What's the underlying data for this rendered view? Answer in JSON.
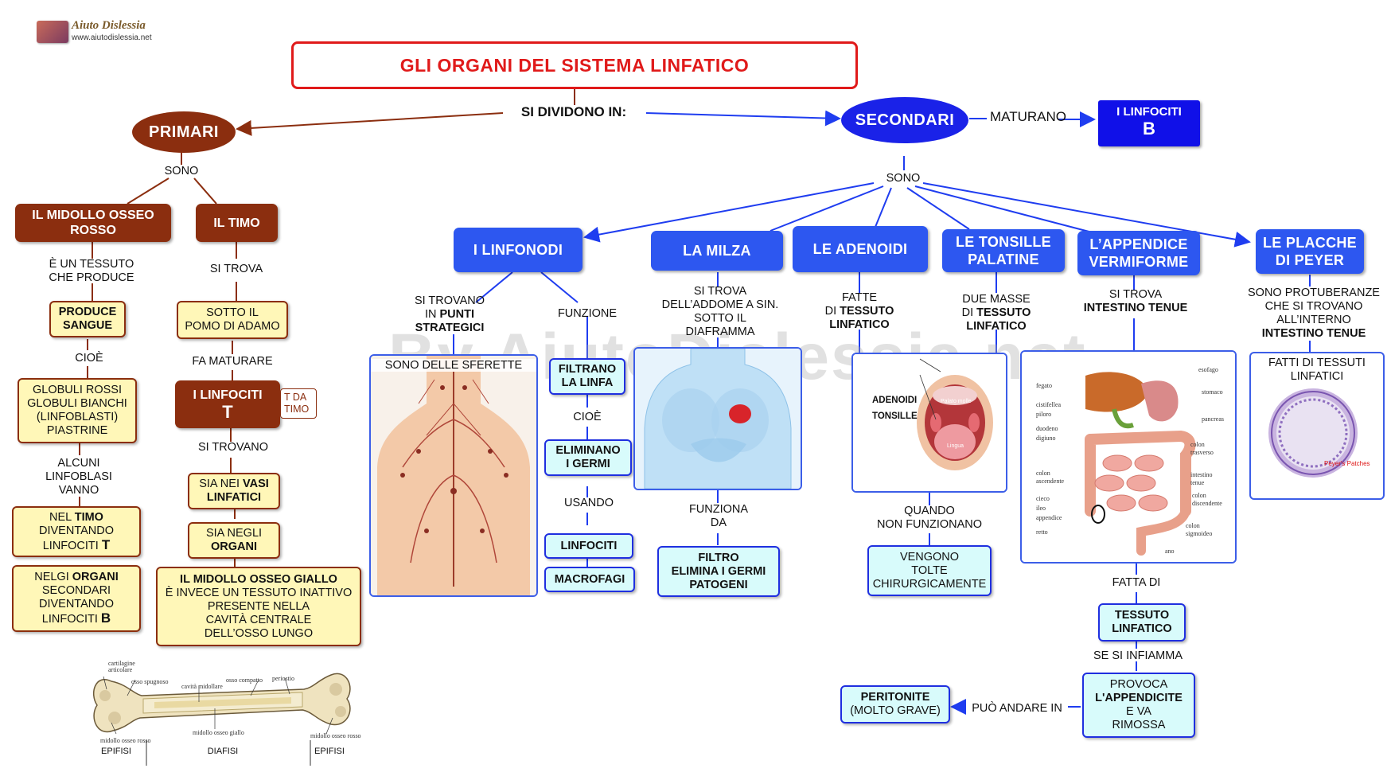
{
  "logo": {
    "brand": "Aiuto Dislessia",
    "url": "www.aiutodislessia.net"
  },
  "title": "GLI ORGANI DEL SISTEMA LINFATICO",
  "watermark": "By AiutoDislessia.net",
  "connector_main": "SI DIVIDONO IN:",
  "primari": {
    "label": "PRIMARI",
    "sono": "SONO",
    "midollo": {
      "label": "IL MIDOLLO OSSEO\nROSSO",
      "link1": "È UN TESSUTO\nCHE PRODUCE",
      "produce": "PRODUCE\nSANGUE",
      "cioe": "CIOÈ",
      "globuli": "GLOBULI ROSSI\nGLOBULI BIANCHI\n(LINFOBLASTI)\nPIASTRINE",
      "alcuni": "ALCUNI\nLINFOBLASI\nVANNO",
      "timo_prefix": "NEL ",
      "timo_bold": "TIMO",
      "timo_mid": "\nDIVENTANDO\nLINFOCITI ",
      "timo_letter": "T",
      "organi_prefix": "NELGI ",
      "organi_bold": "ORGANI",
      "organi_mid": "\nSECONDARI\nDIVENTANDO\nLINFOCITI ",
      "organi_letter": "B"
    },
    "timo": {
      "label": "IL TIMO",
      "si_trova": "SI TROVA",
      "pomo": "SOTTO IL\nPOMO DI ADAMO",
      "fa_maturare": "FA MATURARE",
      "linfociti_t": "I LINFOCITI",
      "linfociti_t_letter": "T",
      "t_da_timo": "T DA\nTIMO",
      "si_trovano": "SI TROVANO",
      "vasi_prefix": "SIA NEI ",
      "vasi_bold": "VASI\nLINFATICI",
      "organi_prefix": "SIA NEGLI\n",
      "organi_bold": "ORGANI"
    },
    "midollo_giallo": {
      "title": "IL MIDOLLO OSSEO GIALLO",
      "text": "È INVECE UN TESSUTO INATTIVO\nPRESENTE NELLA\nCAVITÀ CENTRALE\nDELL’OSSO LUNGO"
    },
    "bone_labels": {
      "cartilagine": "cartilagine\narticolare",
      "spugnoso": "osso spugnoso",
      "cavita": "cavità midollare",
      "compatto": "osso compatto",
      "periostio": "periostio",
      "midollo_rosso_l": "midollo osseo rosso",
      "midollo_giallo": "midollo osseo giallo",
      "midollo_rosso_r": "midollo osseo rosso",
      "epifisi_l": "EPIFISI",
      "diafisi": "DIAFISI",
      "epifisi_r": "EPIFISI"
    }
  },
  "secondari": {
    "label": "SECONDARI",
    "maturano": "MATURANO",
    "linfociti_b": "I LINFOCITI",
    "linfociti_b_letter": "B",
    "sono": "SONO",
    "linfonodi": {
      "label": "I LINFONODI",
      "si_trovano_1": "SI TROVANO\nIN ",
      "si_trovano_bold": "PUNTI\nSTRATEGICI",
      "funzione": "FUNZIONE",
      "sferette": "SONO DELLE SFERETTE",
      "filtrano": "FILTRANO\nLA LINFA",
      "cioe": "CIOÈ",
      "eliminano": "ELIMINANO\nI GERMI",
      "usando": "USANDO",
      "linfociti": "LINFOCITI",
      "macrofagi": "MACROFAGI"
    },
    "milza": {
      "label": "LA MILZA",
      "si_trova": "SI TROVA\nDELL’ADDOME A SIN.\nSOTTO IL\nDIAFRAMMA",
      "funziona": "FUNZIONA\nDA",
      "filtro": "FILTRO\nELIMINA I GERMI\nPATOGENI"
    },
    "adenoidi": {
      "label": "LE ADENOIDI",
      "fatte_1": "FATTE\nDI ",
      "fatte_bold": "TESSUTO\nLINFATICO",
      "img_adenoidi": "ADENOIDI",
      "img_tonsille": "TONSILLE",
      "img_palato": "Palato molle",
      "img_lingua": "Lingua",
      "quando": "QUANDO\nNON FUNZIONANO",
      "vengono": "VENGONO\nTOLTE\nCHIRURGICAMENTE"
    },
    "tonsille": {
      "label": "LE TONSILLE\nPALATINE",
      "due_masse_1": "DUE MASSE\nDI ",
      "due_masse_bold": "TESSUTO\nLINFATICO"
    },
    "appendice": {
      "label": "L’APPENDICE\nVERMIFORME",
      "si_trova": "SI TROVA",
      "si_trova_bold": "INTESTINO TENUE",
      "fatta_di": "FATTA DI",
      "tessuto": "TESSUTO\nLINFATICO",
      "se_si": "SE SI INFIAMMA",
      "provoca_1": "PROVOCA\n",
      "provoca_bold": "L'APPENDICITE",
      "provoca_2": "\nE VA\nRIMOSSA",
      "puo": "PUÒ ANDARE IN",
      "peritonite_bold": "PERITONITE",
      "peritonite_2": "\n(MOLTO GRAVE)",
      "organs": [
        "esofago",
        "fegato",
        "stomaco",
        "cistifellea",
        "piloro",
        "pancreas",
        "duodeno",
        "digiuno",
        "colon\ntrasverso",
        "colon\nascendente",
        "intestino\ntenue",
        "cieco",
        "ileo",
        "appendice",
        "colon\ndiscendente",
        "retto",
        "colon\nsigmoideo",
        "ano"
      ]
    },
    "placche": {
      "label": "LE PLACCHE\nDI PEYER",
      "sono": "SONO PROTUBERANZE\nCHE SI TROVANO\nALL’INTERNO",
      "sono_bold": "INTESTINO TENUE",
      "fatti": "FATTI DI TESSUTI\nLINFATICI",
      "img_label": "Peyer's Patches"
    }
  },
  "colors": {
    "brown": "#8b2e0f",
    "blue": "#1a22e8",
    "title_red": "#e01a1a",
    "yellow": "#fff7b8",
    "cyan": "#d8fbfb"
  }
}
